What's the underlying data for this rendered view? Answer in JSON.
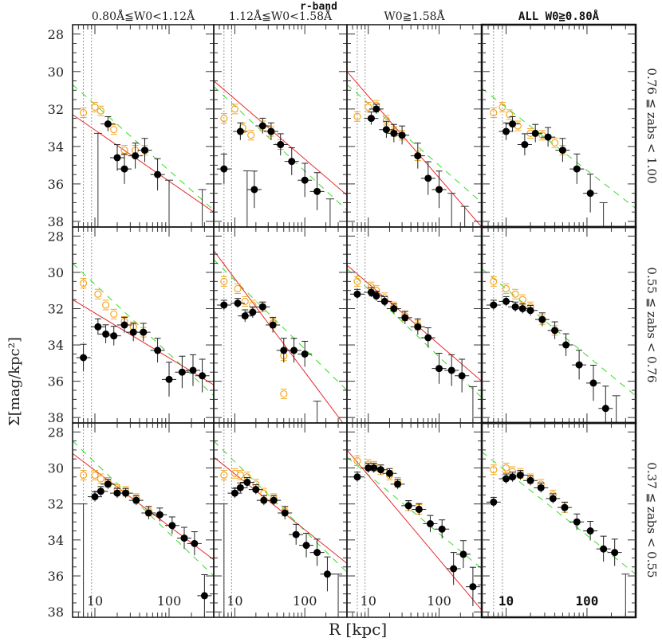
{
  "figure": {
    "title": "r-band",
    "xlabel": "R [kpc]",
    "ylabel": "Σ[mag/kpc²]",
    "column_titles": [
      "0.80Å≦W0<1.12Å",
      "1.12Å≦W0<1.58Å",
      "W0≧1.58Å",
      "ALL W0≧0.80Å"
    ],
    "row_labels": [
      "0.76 ≦ zabs < 1.00",
      "0.55 ≦ zabs < 0.76",
      "0.37 ≦ zabs < 0.55"
    ],
    "colors": {
      "data": "#000000",
      "comparison": "#f5a623",
      "fit_red": "#e8282b",
      "fit_green": "#33dd22",
      "psf_lines": "#999999"
    }
  },
  "chart_data": {
    "type": "scatter",
    "title": "r-band",
    "xlabel": "R [kpc]",
    "ylabel": "Σ[mag/kpc²]",
    "xscale": "log",
    "xlim": [
      5,
      400
    ],
    "ylim": [
      38.3,
      27.5
    ],
    "y_inverted": true,
    "xticks": [
      10,
      100
    ],
    "yticks": [
      28,
      30,
      32,
      34,
      36,
      38
    ],
    "grid": false,
    "legend": "none",
    "psf_vertical_lines_kpc": [
      7,
      9
    ],
    "panels": [
      {
        "row": 0,
        "col": 0,
        "label": "0.80Å≦W0<1.12Å, 0.76≦zabs<1.00",
        "points": [
          [
            15,
            32.8
          ],
          [
            20,
            34.6
          ],
          [
            25,
            35.2
          ],
          [
            35,
            34.5
          ],
          [
            47,
            34.2
          ],
          [
            70,
            35.5
          ]
        ],
        "upper_limits": [
          [
            11,
            33.3
          ],
          [
            100,
            35.8
          ],
          [
            280,
            36.3
          ]
        ],
        "comparison": [
          [
            7,
            32.2
          ],
          [
            10,
            31.9
          ],
          [
            12,
            32.1
          ],
          [
            18,
            33.1
          ],
          [
            25,
            34.2
          ],
          [
            35,
            34.2
          ],
          [
            47,
            34.2
          ]
        ],
        "red_fit": [
          [
            5,
            32.3
          ],
          [
            400,
            37.5
          ]
        ],
        "green_fit": [
          [
            5,
            30.7
          ],
          [
            400,
            37.4
          ]
        ]
      },
      {
        "row": 0,
        "col": 1,
        "label": "1.12Å≦W0<1.58Å, 0.76≦zabs<1.00",
        "points": [
          [
            7,
            35.2
          ],
          [
            12,
            33.2
          ],
          [
            19,
            36.3
          ],
          [
            25,
            32.9
          ],
          [
            33,
            33.2
          ],
          [
            45,
            33.9
          ],
          [
            65,
            34.8
          ],
          [
            100,
            35.8
          ],
          [
            150,
            36.4
          ]
        ],
        "upper_limits": [
          [
            15,
            35.3
          ],
          [
            230,
            36.8
          ]
        ],
        "comparison": [
          [
            7,
            32.5
          ],
          [
            10,
            32.0
          ],
          [
            13,
            33.0
          ],
          [
            17,
            33.4
          ],
          [
            25,
            32.9
          ],
          [
            33,
            33.2
          ],
          [
            45,
            33.9
          ]
        ],
        "red_fit": [
          [
            5,
            30.5
          ],
          [
            400,
            36.6
          ]
        ],
        "green_fit": [
          [
            5,
            30.8
          ],
          [
            400,
            37.4
          ]
        ]
      },
      {
        "row": 0,
        "col": 2,
        "label": "W0≧1.58Å, 0.76≦zabs<1.00",
        "points": [
          [
            11,
            32.5
          ],
          [
            13,
            32.0
          ],
          [
            18,
            33.1
          ],
          [
            23,
            33.3
          ],
          [
            30,
            33.4
          ],
          [
            50,
            34.5
          ],
          [
            70,
            35.7
          ],
          [
            100,
            36.3
          ]
        ],
        "upper_limits": [
          [
            150,
            36.5
          ],
          [
            230,
            37.2
          ]
        ],
        "comparison": [
          [
            7,
            32.4
          ],
          [
            10,
            31.9
          ],
          [
            13,
            31.8
          ],
          [
            18,
            32.6
          ],
          [
            23,
            33.2
          ],
          [
            30,
            33.4
          ],
          [
            50,
            34.5
          ]
        ],
        "red_fit": [
          [
            5,
            30.0
          ],
          [
            400,
            38.3
          ]
        ],
        "green_fit": [
          [
            5,
            30.7
          ],
          [
            400,
            37.0
          ]
        ]
      },
      {
        "row": 0,
        "col": 3,
        "label": "ALL W0≧0.80Å, 0.76≦zabs<1.00",
        "points": [
          [
            10,
            33.2
          ],
          [
            12,
            32.8
          ],
          [
            17,
            33.9
          ],
          [
            23,
            33.3
          ],
          [
            33,
            33.5
          ],
          [
            50,
            34.2
          ],
          [
            75,
            35.2
          ],
          [
            110,
            36.5
          ]
        ],
        "upper_limits": [
          [
            160,
            37.0
          ]
        ],
        "comparison": [
          [
            7,
            32.2
          ],
          [
            9,
            31.9
          ],
          [
            11,
            32.3
          ],
          [
            14,
            32.9
          ],
          [
            20,
            33.3
          ],
          [
            28,
            33.4
          ],
          [
            40,
            33.8
          ],
          [
            50,
            34.2
          ]
        ],
        "red_fit": null,
        "green_fit": [
          [
            5,
            30.9
          ],
          [
            400,
            37.3
          ]
        ]
      },
      {
        "row": 1,
        "col": 0,
        "label": "0.80Å≦W0<1.12Å, 0.55≦zabs<0.76",
        "points": [
          [
            7,
            34.7
          ],
          [
            11,
            33.0
          ],
          [
            14,
            33.4
          ],
          [
            18,
            33.5
          ],
          [
            25,
            32.9
          ],
          [
            33,
            33.3
          ],
          [
            45,
            33.3
          ],
          [
            70,
            34.3
          ],
          [
            100,
            35.9
          ],
          [
            150,
            35.5
          ],
          [
            210,
            35.4
          ],
          [
            280,
            35.7
          ]
        ],
        "upper_limits": [],
        "comparison": [
          [
            7,
            30.6
          ],
          [
            11,
            31.2
          ],
          [
            14,
            31.8
          ],
          [
            18,
            32.3
          ],
          [
            25,
            32.7
          ],
          [
            33,
            33.0
          ],
          [
            45,
            33.3
          ]
        ],
        "red_fit": [
          [
            5,
            31.5
          ],
          [
            400,
            36.2
          ]
        ],
        "green_fit": [
          [
            5,
            29.5
          ],
          [
            400,
            36.8
          ]
        ]
      },
      {
        "row": 1,
        "col": 1,
        "label": "1.12Å≦W0<1.58Å, 0.55≦zabs<0.76",
        "points": [
          [
            7,
            31.8
          ],
          [
            11,
            31.7
          ],
          [
            14,
            32.4
          ],
          [
            18,
            32.2
          ],
          [
            25,
            31.9
          ],
          [
            35,
            32.9
          ],
          [
            50,
            34.3
          ],
          [
            70,
            34.3
          ],
          [
            100,
            34.5
          ]
        ],
        "upper_limits": [
          [
            150,
            37.1
          ]
        ],
        "comparison": [
          [
            7,
            30.5
          ],
          [
            11,
            30.9
          ],
          [
            14,
            31.6
          ],
          [
            18,
            31.8
          ],
          [
            25,
            31.9
          ],
          [
            35,
            32.8
          ],
          [
            50,
            34.6
          ],
          [
            50,
            36.7
          ]
        ],
        "red_fit": [
          [
            5,
            28.8
          ],
          [
            350,
            38.3
          ]
        ],
        "green_fit": [
          [
            5,
            29.3
          ],
          [
            400,
            36.5
          ]
        ]
      },
      {
        "row": 1,
        "col": 2,
        "label": "W0≧1.58Å, 0.55≦zabs<0.76",
        "points": [
          [
            7,
            31.2
          ],
          [
            11,
            31.1
          ],
          [
            13,
            31.3
          ],
          [
            17,
            31.6
          ],
          [
            23,
            32.0
          ],
          [
            33,
            32.5
          ],
          [
            50,
            33.0
          ],
          [
            70,
            33.6
          ],
          [
            100,
            35.3
          ],
          [
            150,
            35.4
          ],
          [
            210,
            35.7
          ]
        ],
        "upper_limits": [
          [
            300,
            36.3
          ]
        ],
        "comparison": [
          [
            7,
            30.5
          ],
          [
            11,
            30.8
          ],
          [
            13,
            31.0
          ],
          [
            17,
            31.4
          ],
          [
            23,
            31.9
          ],
          [
            33,
            32.4
          ],
          [
            50,
            32.9
          ]
        ],
        "red_fit": [
          [
            5,
            29.6
          ],
          [
            400,
            36.0
          ]
        ],
        "green_fit": [
          [
            5,
            29.8
          ],
          [
            400,
            36.9
          ]
        ]
      },
      {
        "row": 1,
        "col": 3,
        "label": "ALL W0≧0.80Å, 0.55≦zabs<0.76",
        "points": [
          [
            7,
            31.8
          ],
          [
            10,
            31.6
          ],
          [
            13,
            31.9
          ],
          [
            16,
            32.0
          ],
          [
            20,
            32.1
          ],
          [
            28,
            32.6
          ],
          [
            40,
            33.2
          ],
          [
            55,
            34.0
          ],
          [
            80,
            35.1
          ],
          [
            120,
            36.1
          ],
          [
            170,
            37.5
          ]
        ],
        "upper_limits": [
          [
            230,
            36.8
          ]
        ],
        "comparison": [
          [
            7,
            30.5
          ],
          [
            10,
            30.9
          ],
          [
            13,
            31.2
          ],
          [
            16,
            31.5
          ],
          [
            20,
            31.9
          ],
          [
            28,
            32.6
          ],
          [
            40,
            33.2
          ]
        ],
        "red_fit": null,
        "green_fit": [
          [
            5,
            29.8
          ],
          [
            400,
            36.8
          ]
        ]
      },
      {
        "row": 2,
        "col": 0,
        "label": "0.80Å≦W0<1.12Å, 0.37≦zabs<0.55",
        "points": [
          [
            10,
            31.6
          ],
          [
            12,
            31.3
          ],
          [
            15,
            30.9
          ],
          [
            20,
            31.4
          ],
          [
            26,
            31.4
          ],
          [
            36,
            31.8
          ],
          [
            53,
            32.5
          ],
          [
            75,
            32.6
          ],
          [
            110,
            33.2
          ],
          [
            160,
            33.9
          ],
          [
            220,
            34.2
          ],
          [
            300,
            37.1
          ]
        ],
        "upper_limits": [
          [
            7,
            32.0
          ]
        ],
        "comparison": [
          [
            7,
            30.4
          ],
          [
            10,
            30.4
          ],
          [
            12,
            30.6
          ],
          [
            15,
            30.8
          ],
          [
            20,
            31.2
          ],
          [
            26,
            31.3
          ],
          [
            36,
            31.7
          ],
          [
            53,
            32.4
          ]
        ],
        "red_fit": [
          [
            5,
            29.2
          ],
          [
            400,
            35.1
          ]
        ],
        "green_fit": [
          [
            5,
            28.5
          ],
          [
            400,
            36.0
          ]
        ]
      },
      {
        "row": 2,
        "col": 1,
        "label": "1.12Å≦W0<1.58Å, 0.37≦zabs<0.55",
        "points": [
          [
            10,
            31.4
          ],
          [
            12,
            31.1
          ],
          [
            15,
            30.8
          ],
          [
            20,
            31.2
          ],
          [
            26,
            31.8
          ],
          [
            36,
            31.8
          ],
          [
            52,
            32.5
          ],
          [
            75,
            33.7
          ],
          [
            105,
            34.3
          ],
          [
            150,
            34.7
          ],
          [
            210,
            35.9
          ]
        ],
        "upper_limits": [
          [
            7,
            32.0
          ],
          [
            300,
            35.9
          ]
        ],
        "comparison": [
          [
            7,
            30.4
          ],
          [
            10,
            30.3
          ],
          [
            12,
            30.4
          ],
          [
            15,
            30.5
          ],
          [
            20,
            30.9
          ],
          [
            26,
            31.4
          ],
          [
            36,
            31.7
          ],
          [
            52,
            32.4
          ]
        ],
        "red_fit": [
          [
            5,
            29.4
          ],
          [
            400,
            35.3
          ]
        ],
        "green_fit": [
          [
            5,
            28.5
          ],
          [
            400,
            35.8
          ]
        ]
      },
      {
        "row": 2,
        "col": 2,
        "label": "W0≧1.58Å, 0.37≦zabs<0.55",
        "points": [
          [
            7,
            30.5
          ],
          [
            10,
            30.0
          ],
          [
            12,
            30.0
          ],
          [
            15,
            30.1
          ],
          [
            20,
            30.3
          ],
          [
            26,
            30.9
          ],
          [
            37,
            32.1
          ],
          [
            52,
            32.3
          ],
          [
            75,
            33.1
          ],
          [
            110,
            33.4
          ],
          [
            160,
            35.6
          ],
          [
            220,
            34.8
          ],
          [
            300,
            36.6
          ]
        ],
        "upper_limits": [],
        "comparison": [
          [
            7,
            29.6
          ],
          [
            10,
            29.8
          ],
          [
            12,
            29.9
          ],
          [
            15,
            30.1
          ],
          [
            20,
            30.4
          ],
          [
            26,
            30.8
          ],
          [
            37,
            32.1
          ],
          [
            52,
            32.3
          ]
        ],
        "red_fit": [
          [
            5,
            29.0
          ],
          [
            400,
            37.9
          ]
        ],
        "green_fit": [
          [
            5,
            29.4
          ],
          [
            400,
            35.6
          ]
        ]
      },
      {
        "row": 2,
        "col": 3,
        "label": "ALL W0≧0.80Å, 0.37≦zabs<0.55",
        "points": [
          [
            7,
            31.9
          ],
          [
            10,
            30.6
          ],
          [
            12,
            30.5
          ],
          [
            15,
            30.4
          ],
          [
            20,
            30.7
          ],
          [
            27,
            31.1
          ],
          [
            38,
            31.7
          ],
          [
            53,
            32.2
          ],
          [
            75,
            33.0
          ],
          [
            110,
            33.5
          ],
          [
            160,
            34.5
          ],
          [
            220,
            34.7
          ]
        ],
        "upper_limits": [
          [
            300,
            35.9
          ]
        ],
        "comparison": [
          [
            7,
            30.1
          ],
          [
            10,
            30.0
          ],
          [
            12,
            30.2
          ],
          [
            15,
            30.3
          ],
          [
            20,
            30.6
          ],
          [
            27,
            30.9
          ],
          [
            38,
            31.5
          ],
          [
            53,
            32.2
          ]
        ],
        "red_fit": null,
        "green_fit": [
          [
            5,
            29.1
          ],
          [
            400,
            35.9
          ]
        ]
      }
    ]
  }
}
